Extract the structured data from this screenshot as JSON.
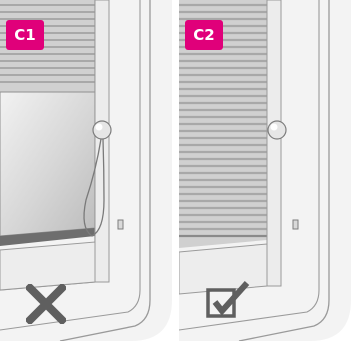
{
  "colors": {
    "badge": "#e0007a",
    "frame_light": "#f3f3f3",
    "frame_mid": "#dcdcdc",
    "frame_shadow": "#bdbdbd",
    "outline": "#8f8f8f",
    "slat_light": "#d2d2d2",
    "slat_dark": "#a9a9a9",
    "mark": "#5f5f5f"
  },
  "panels": [
    {
      "label": "C1",
      "state": "incorrect",
      "icon": "cross-icon",
      "features": [
        "roller-blind-partially-lowered",
        "control-knob",
        "looped-cord"
      ]
    },
    {
      "label": "C2",
      "state": "correct",
      "icon": "checkbox-check-icon",
      "features": [
        "pleated-blind-fully-lowered",
        "control-knob",
        "cord-clip"
      ]
    }
  ]
}
